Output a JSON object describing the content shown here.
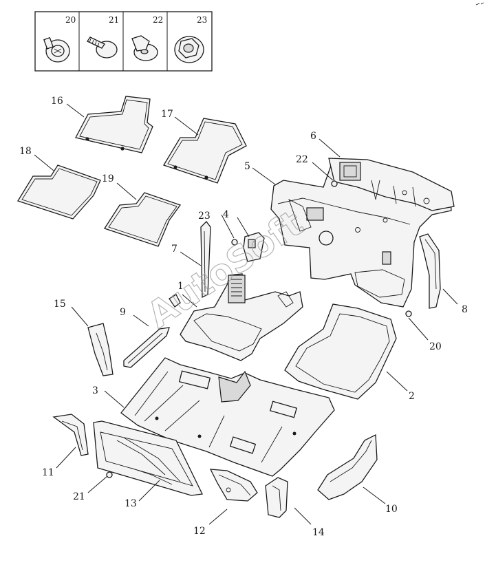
{
  "watermark": "AutoSoft",
  "legend": [
    {
      "number": "20",
      "icon": "push-rivet-clip-icon"
    },
    {
      "number": "21",
      "icon": "tree-clip-icon"
    },
    {
      "number": "22",
      "icon": "square-nut-clip-icon"
    },
    {
      "number": "23",
      "icon": "flange-nut-icon"
    }
  ],
  "callouts": {
    "c1": "1",
    "c2": "2",
    "c3": "3",
    "c4": "4",
    "c5": "5",
    "c6": "6",
    "c7": "7",
    "c8": "8",
    "c9": "9",
    "c10": "10",
    "c11": "11",
    "c12": "12",
    "c13": "13",
    "c14": "14",
    "c15": "15",
    "c16": "16",
    "c17": "17",
    "c18": "18",
    "c19": "19",
    "c20": "20",
    "c21": "21",
    "c22": "22",
    "c23": "23"
  }
}
